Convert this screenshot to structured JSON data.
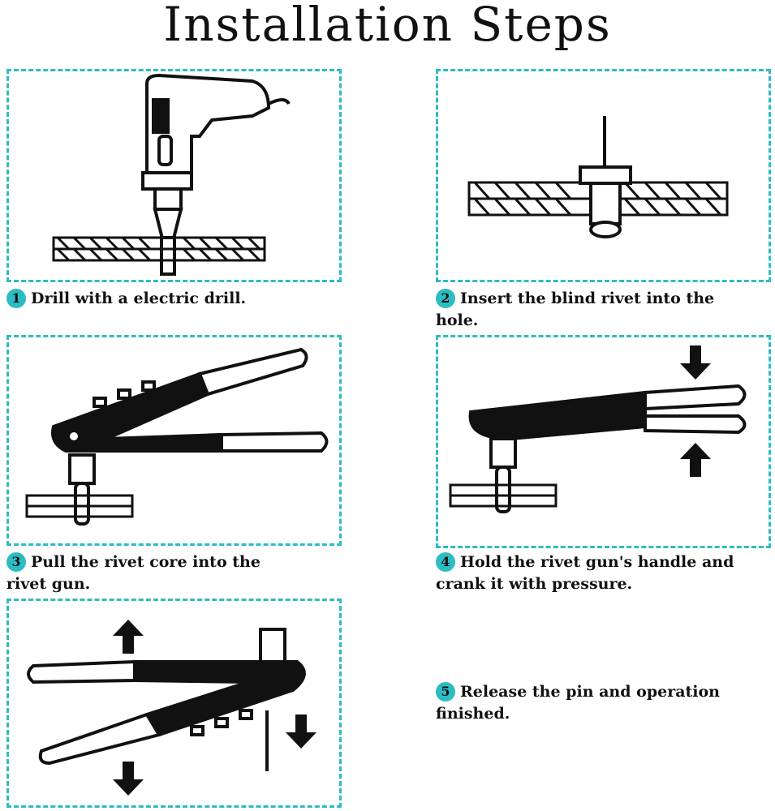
{
  "title": "Installation Steps",
  "accent_color": "#2cbcc4",
  "steps": [
    {
      "number": "1",
      "text": "Drill with a electric drill.",
      "icon": "electric-drill"
    },
    {
      "number": "2",
      "text": "Insert the blind rivet into the hole.",
      "icon": "rivet-in-hole"
    },
    {
      "number": "3",
      "text": "Pull the rivet core into the rivet gun.",
      "icon": "rivet-gun-open"
    },
    {
      "number": "4",
      "text": "Hold the rivet gun's handle and crank it with pressure.",
      "icon": "rivet-gun-squeeze"
    },
    {
      "number": "5",
      "text": "Release the pin and operation finished.",
      "icon": "rivet-gun-release"
    }
  ]
}
